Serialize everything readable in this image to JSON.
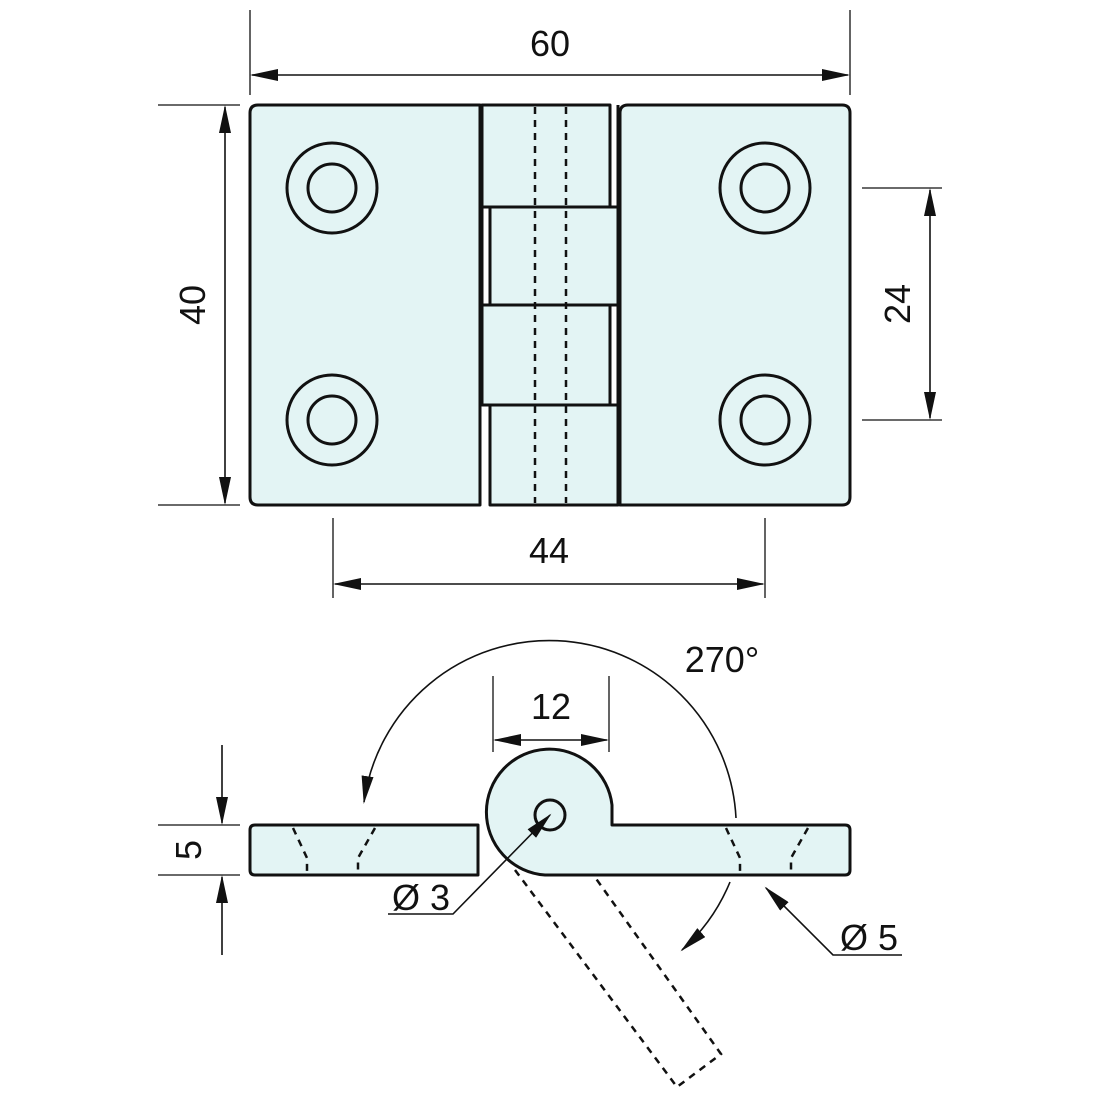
{
  "dimensions": {
    "total_width": "60",
    "height": "40",
    "hole_spacing": "24",
    "hole_distance": "44",
    "knuckle_width": "12",
    "opening_angle": "270°",
    "thickness": "5",
    "pin_diameter": "Ø 3",
    "hole_diameter": "Ø 5"
  },
  "colors": {
    "fill": "#e3f4f4",
    "line": "#111111"
  }
}
